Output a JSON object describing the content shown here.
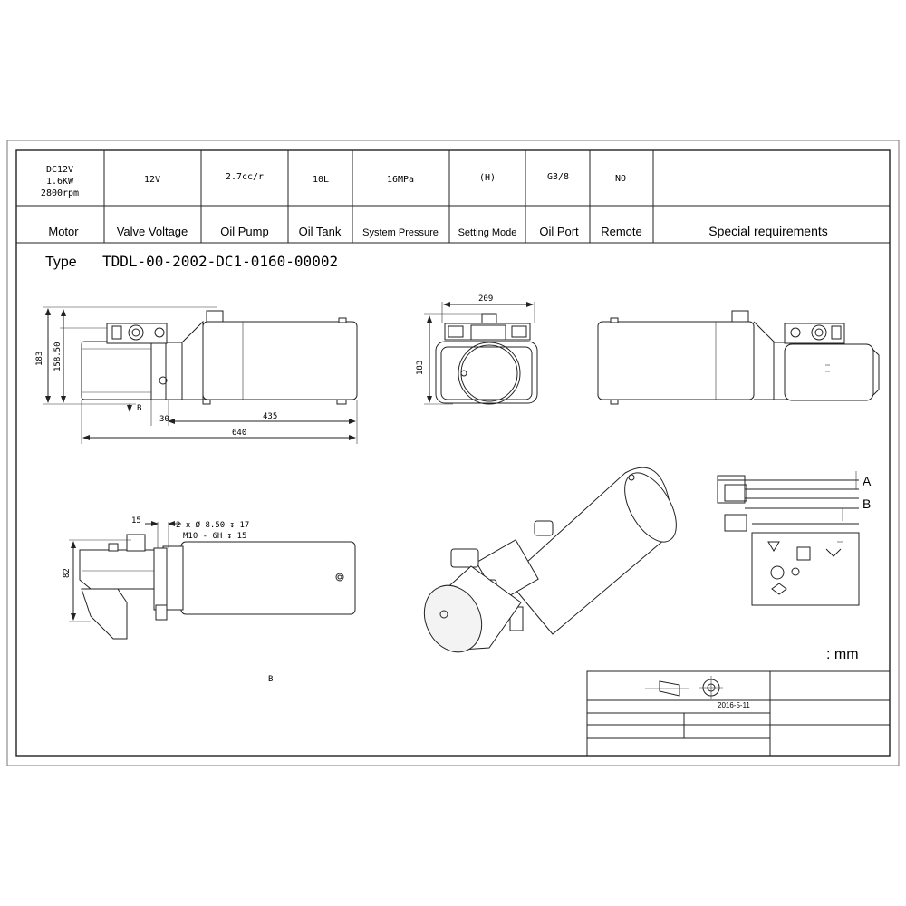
{
  "spec_table": {
    "values": {
      "motor": [
        "DC12V",
        "1.6KW",
        "2800rpm"
      ],
      "valve_voltage": "12V",
      "oil_pump": "2.7cc/r",
      "oil_tank": "10L",
      "system_pressure": "16MPa",
      "setting_mode": "(H)",
      "oil_port": "G3/8",
      "remote": "NO"
    },
    "headers": {
      "motor": "Motor",
      "valve_voltage": "Valve Voltage",
      "oil_pump": "Oil Pump",
      "oil_tank": "Oil Tank",
      "system_pressure": "System Pressure",
      "setting_mode": "Setting Mode",
      "oil_port": "Oil Port",
      "remote": "Remote",
      "special": "Special requirements"
    }
  },
  "type_row": {
    "label": "Type",
    "code": "TDDL-00-2002-DC1-0160-00002"
  },
  "dimensions": {
    "front_height": "183",
    "front_axis_height": "158.50",
    "front_b": "B",
    "front_30": "30",
    "front_435": "435",
    "front_640": "640",
    "side_width": "209",
    "side_height": "183",
    "bottom_15": "15",
    "bottom_hole_1": "2 x Ø 8.50 ↧ 17",
    "bottom_hole_2": "M10 - 6H ↧ 15",
    "bottom_82": "82",
    "bottom_b": "B"
  },
  "schematic": {
    "port_a": "A",
    "port_b": "B"
  },
  "unit": ":  mm",
  "title_block": {
    "date": "2016-5-11"
  }
}
